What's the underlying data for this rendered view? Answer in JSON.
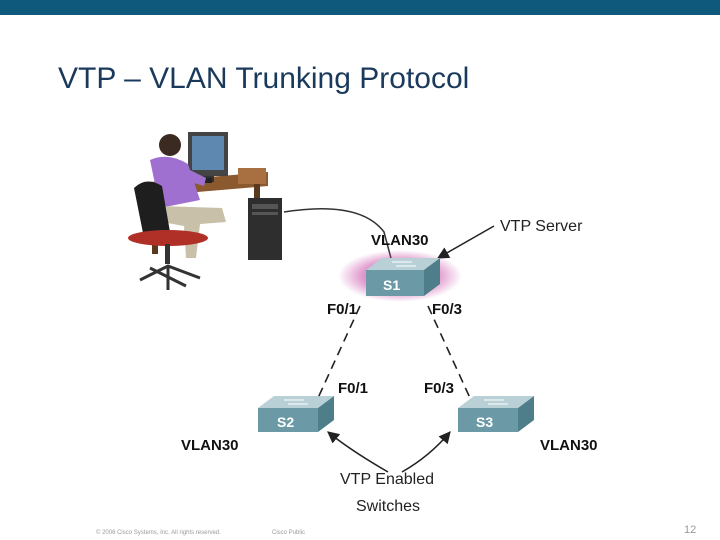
{
  "slide": {
    "title": "VTP – VLAN Trunking Protocol",
    "page_number": "12",
    "footer_copyright": "© 2006 Cisco Systems, Inc. All rights reserved.",
    "footer_classification": "Cisco Public"
  },
  "diagram": {
    "server_label": "VTP Server",
    "enabled_label_line1": "VTP Enabled",
    "enabled_label_line2": "Switches",
    "switches": [
      {
        "name": "S1",
        "vlan": "VLAN30",
        "highlight_color": "#c0309a"
      },
      {
        "name": "S2",
        "vlan": "VLAN30"
      },
      {
        "name": "S3",
        "vlan": "VLAN30"
      }
    ],
    "ports": {
      "s1_left": "F0/1",
      "s1_right": "F0/3",
      "s2_port": "F0/1",
      "s3_port": "F0/3"
    }
  },
  "colors": {
    "topbar": "#0f5a7c",
    "title": "#1a3a5c",
    "switch_body": "#6b9aa6"
  }
}
